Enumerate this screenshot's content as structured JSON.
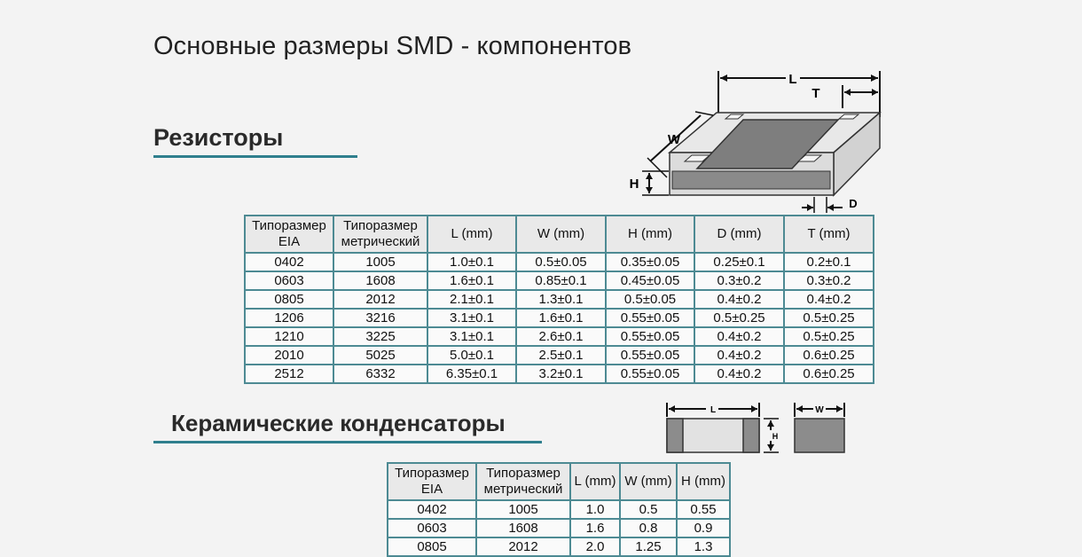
{
  "title": "Основные размеры SMD - компонентов",
  "resistors": {
    "heading": "Резисторы",
    "columns": [
      {
        "line1": "Типоразмер",
        "line2": "EIA"
      },
      {
        "line1": "Типоразмер",
        "line2": "метрический"
      },
      {
        "line1": "L (mm)",
        "line2": ""
      },
      {
        "line1": "W (mm)",
        "line2": ""
      },
      {
        "line1": "H (mm)",
        "line2": ""
      },
      {
        "line1": "D (mm)",
        "line2": ""
      },
      {
        "line1": "T (mm)",
        "line2": ""
      }
    ],
    "rows": [
      [
        "0402",
        "1005",
        "1.0±0.1",
        "0.5±0.05",
        "0.35±0.05",
        "0.25±0.1",
        "0.2±0.1"
      ],
      [
        "0603",
        "1608",
        "1.6±0.1",
        "0.85±0.1",
        "0.45±0.05",
        "0.3±0.2",
        "0.3±0.2"
      ],
      [
        "0805",
        "2012",
        "2.1±0.1",
        "1.3±0.1",
        "0.5±0.05",
        "0.4±0.2",
        "0.4±0.2"
      ],
      [
        "1206",
        "3216",
        "3.1±0.1",
        "1.6±0.1",
        "0.55±0.05",
        "0.5±0.25",
        "0.5±0.25"
      ],
      [
        "1210",
        "3225",
        "3.1±0.1",
        "2.6±0.1",
        "0.55±0.05",
        "0.4±0.2",
        "0.5±0.25"
      ],
      [
        "2010",
        "5025",
        "5.0±0.1",
        "2.5±0.1",
        "0.55±0.05",
        "0.4±0.2",
        "0.6±0.25"
      ],
      [
        "2512",
        "6332",
        "6.35±0.1",
        "3.2±0.1",
        "0.55±0.05",
        "0.4±0.2",
        "0.6±0.25"
      ]
    ],
    "diagram_labels": {
      "L": "L",
      "T": "T",
      "W": "W",
      "H": "H",
      "D": "D"
    }
  },
  "capacitors": {
    "heading": "Керамические конденсаторы",
    "columns": [
      {
        "line1": "Типоразмер",
        "line2": "EIA"
      },
      {
        "line1": "Типоразмер",
        "line2": "метрический"
      },
      {
        "line1": "L (mm)",
        "line2": ""
      },
      {
        "line1": "W (mm)",
        "line2": ""
      },
      {
        "line1": "H (mm)",
        "line2": ""
      }
    ],
    "rows": [
      [
        "0402",
        "1005",
        "1.0",
        "0.5",
        "0.55"
      ],
      [
        "0603",
        "1608",
        "1.6",
        "0.8",
        "0.9"
      ],
      [
        "0805",
        "2012",
        "2.0",
        "1.25",
        "1.3"
      ]
    ],
    "diagram_labels": {
      "L": "L",
      "W": "W",
      "H": "H"
    }
  },
  "colors": {
    "accent": "#2f7f8d",
    "table_border": "#4d8a93",
    "resistor_body": "#7e7e7e"
  }
}
